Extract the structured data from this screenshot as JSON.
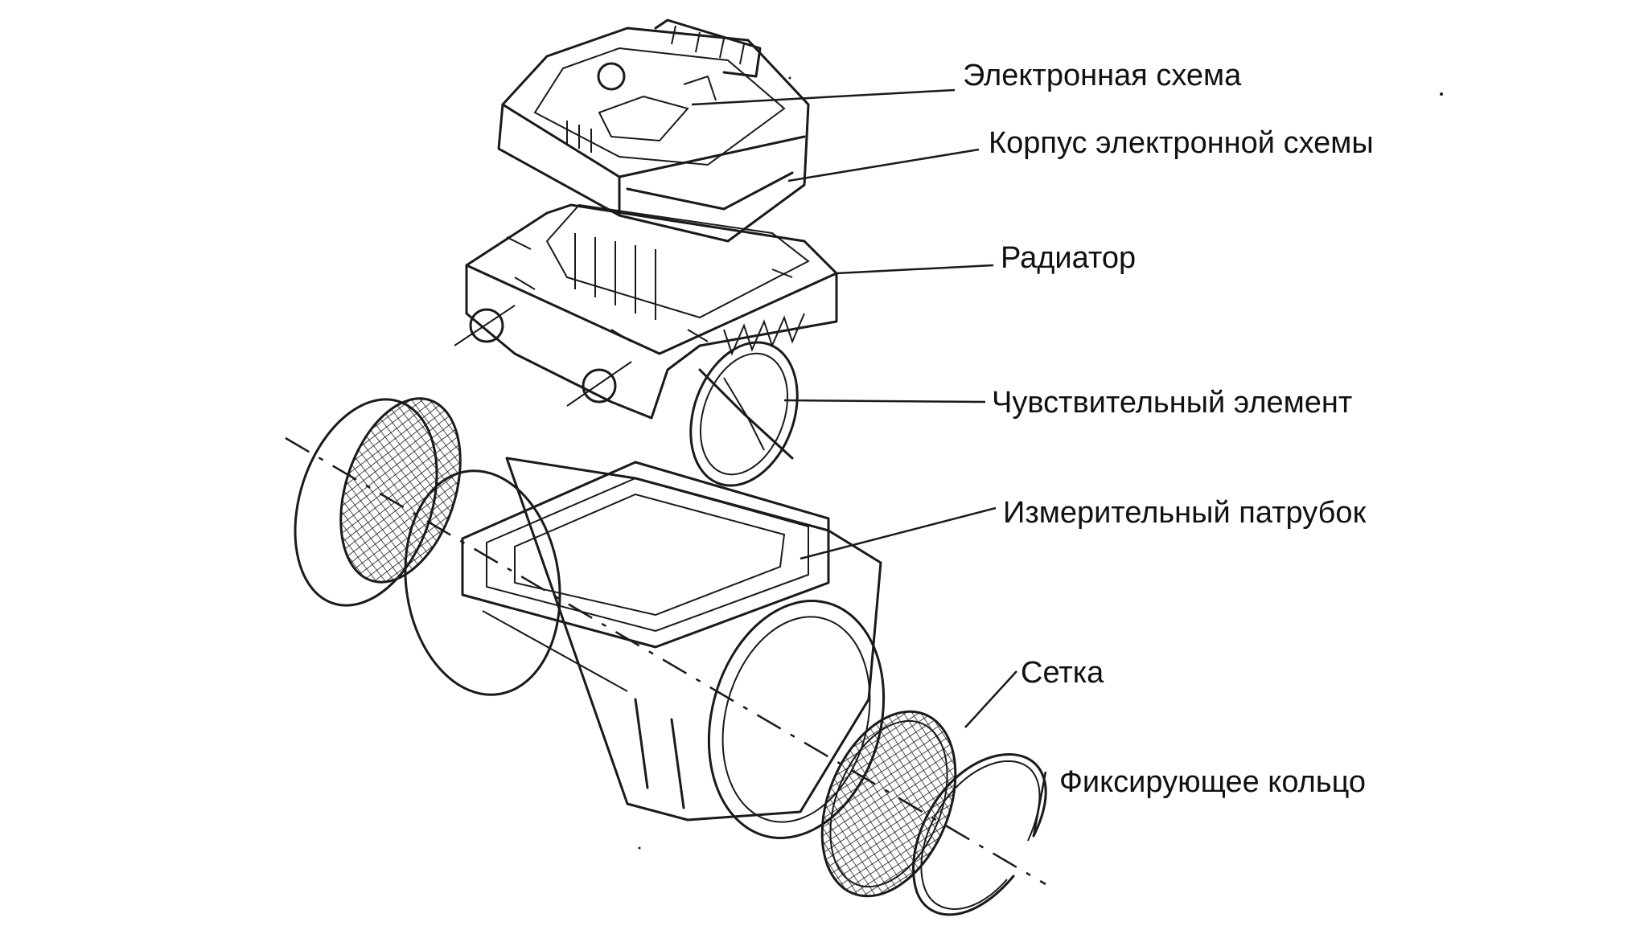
{
  "labels": {
    "electronic_circuit": "Электронная схема",
    "circuit_housing": "Корпус электронной схемы",
    "radiator": "Радиатор",
    "sensing_element": "Чувствительный элемент",
    "measuring_tube": "Измерительный патрубок",
    "mesh": "Сетка",
    "retaining_ring": "Фиксирующее кольцо"
  },
  "colors": {
    "ink": "#1a1a1a",
    "background": "#ffffff"
  }
}
